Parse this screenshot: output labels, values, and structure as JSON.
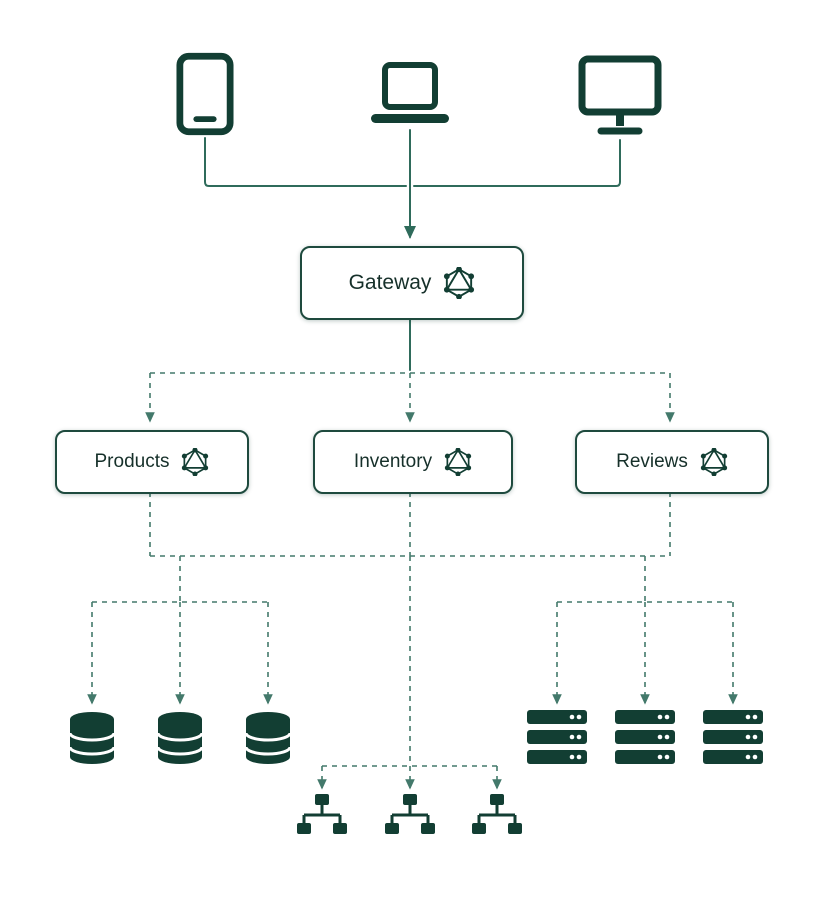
{
  "diagram": {
    "colors": {
      "accent": "#123E33",
      "line": "#2F6B5B",
      "box_border": "#1E4A3E",
      "box_background": "#FFFFFF"
    },
    "clients": [
      {
        "icon": "tablet-icon"
      },
      {
        "icon": "laptop-icon"
      },
      {
        "icon": "desktop-icon"
      }
    ],
    "gateway": {
      "label": "Gateway",
      "icon": "graphql-icon"
    },
    "subgraphs": [
      {
        "label": "Products",
        "icon": "graphql-icon"
      },
      {
        "label": "Inventory",
        "icon": "graphql-icon"
      },
      {
        "label": "Reviews",
        "icon": "graphql-icon"
      }
    ],
    "storage": {
      "database_icons": 3,
      "server_icons": 3,
      "service_icons": 3
    }
  }
}
